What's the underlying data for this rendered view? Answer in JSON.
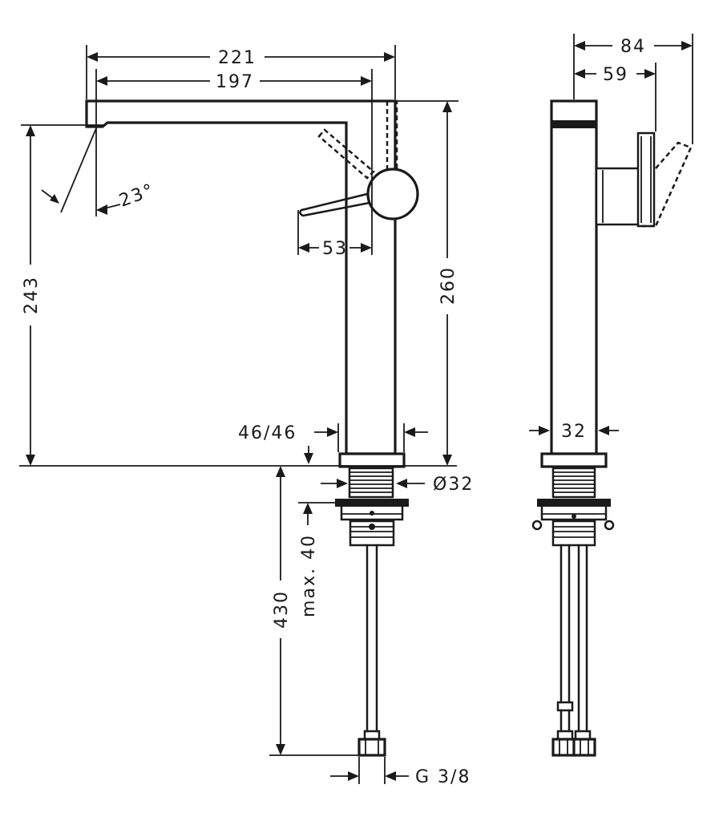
{
  "dimensions": {
    "d221": "221",
    "d197": "197",
    "d23deg": "23°",
    "d53": "53",
    "d243": "243",
    "d260": "260",
    "d4646": "46/46",
    "dia32": "Ø32",
    "max40": "max. 40",
    "d430": "430",
    "g38": "G 3/8",
    "d84": "84",
    "d59": "59",
    "d32": "32"
  }
}
